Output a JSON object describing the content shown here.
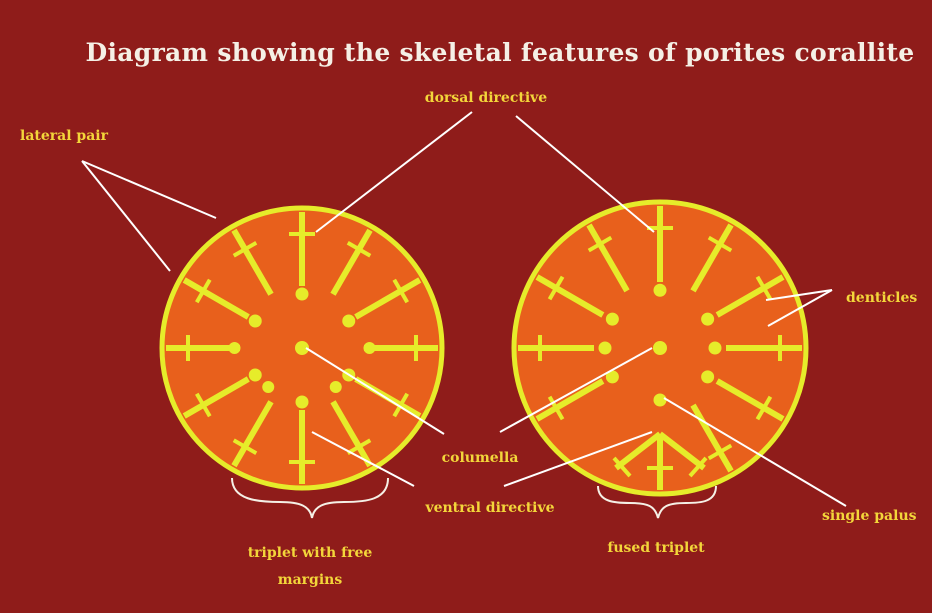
{
  "title": "Diagram showing the skeletal features of porites corallite",
  "labels": {
    "lateral_pair": "lateral pair",
    "dorsal_directive": "dorsal directive",
    "denticles": "denticles",
    "columella": "columella",
    "ventral_directive": "ventral directive",
    "single_palus": "single palus",
    "triplet_free_line1": "triplet with free",
    "triplet_free_line2": "margins",
    "fused_triplet": "fused triplet"
  },
  "colors": {
    "background": "#8f1c1a",
    "corallite_fill": "#e8601c",
    "skeleton": "#e6ec2a",
    "label_text": "#f3d63a",
    "title_text": "#f5f0e6",
    "leader_lines": "#ffffff"
  }
}
